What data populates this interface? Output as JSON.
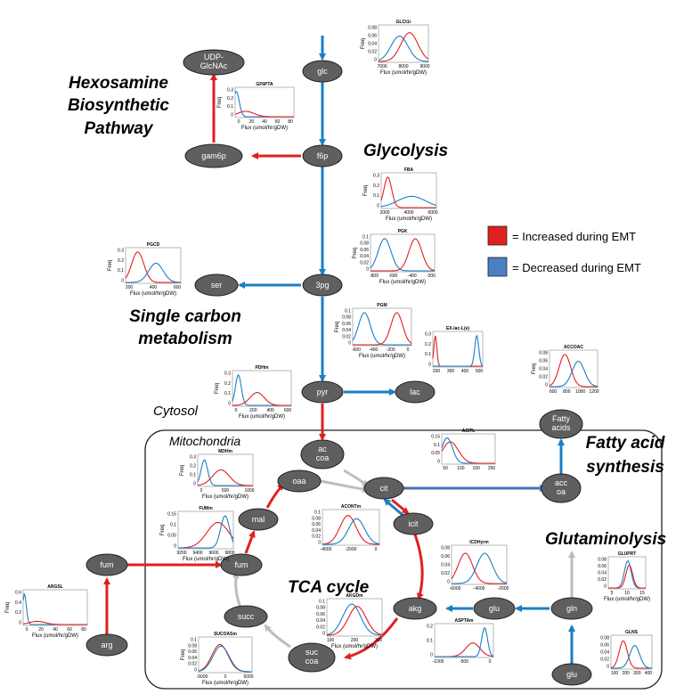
{
  "colors": {
    "increased": "#e02020",
    "decreased": "#1a7fc4",
    "node": "#5f5f5f",
    "gray_arrow": "#bdbdbd",
    "purple_arrow": "#4a6fb5"
  },
  "sections": {
    "hexosamine_line1": "Hexosamine",
    "hexosamine_line2": "Biosynthetic",
    "hexosamine_line3": "Pathway",
    "glycolysis": "Glycolysis",
    "single_carbon_line1": "Single carbon",
    "single_carbon_line2": "metabolism",
    "cytosol": "Cytosol",
    "mitochondria": "Mitochondria",
    "fatty_acid_line1": "Fatty acid",
    "fatty_acid_line2": "synthesis",
    "glutaminolysis": "Glutaminolysis",
    "tca_cycle": "TCA cycle"
  },
  "legend": {
    "increased": "= Increased during EMT",
    "decreased": "= Decreased during EMT"
  },
  "nodes": {
    "udp_glcnac_line1": "UDP-",
    "udp_glcnac_line2": "GlcNAc",
    "glc": "glc",
    "gam6p": "gam6p",
    "f6p": "f6p",
    "ser": "ser",
    "3pg": "3pg",
    "pyr": "pyr",
    "lac": "lac",
    "fatty_acids_line1": "Fatty",
    "fatty_acids_line2": "acids",
    "accoa_mito_line1": "ac",
    "accoa_mito_line2": "coa",
    "cit": "cit",
    "acc_oa_line1": "acc",
    "acc_oa_line2": "oa",
    "oaa": "oaa",
    "mal": "mal",
    "icit": "icit",
    "fum_cyto": "fum",
    "fum_mito": "fum",
    "succ": "succ",
    "akg": "akg",
    "glu_mito": "glu",
    "gln": "gln",
    "arg": "arg",
    "succoa_line1": "suc",
    "succoa_line2": "coa",
    "glu_cyto": "glu"
  },
  "plots": [
    {
      "id": "glcttr",
      "title": "GLCt1r",
      "ylabel": "Freq",
      "xlabel": "Flux (umol/hr/gDW)",
      "yticks": [
        "0.08",
        "0.06",
        "0.04",
        "0.02",
        "0"
      ],
      "xticks": [
        "7000",
        "8000",
        "9000"
      ]
    },
    {
      "id": "gf6pta",
      "title": "GF6PTA",
      "ylabel": "Freq",
      "xlabel": "Flux (umol/hr/gDW)",
      "yticks": [
        "0.3",
        "0.2",
        "0.1",
        "0"
      ],
      "xticks": [
        "0",
        "20",
        "40",
        "60",
        "80"
      ]
    },
    {
      "id": "fba",
      "title": "FBA",
      "ylabel": "Freq",
      "xlabel": "Flux (umol/hr/gDW)",
      "yticks": [
        "0.3",
        "0.2",
        "0.1",
        "0"
      ],
      "xticks": [
        "2000",
        "4000",
        "6000"
      ]
    },
    {
      "id": "pgk",
      "title": "PGK",
      "ylabel": "Freq",
      "xlabel": "Flux (umol/hr/gDW)",
      "yticks": [
        "0.1",
        "0.08",
        "0.06",
        "0.04",
        "0.02",
        "0"
      ],
      "xticks": [
        "-800",
        "-600",
        "-400",
        "-200"
      ]
    },
    {
      "id": "pgcd",
      "title": "PGCD",
      "ylabel": "Freq",
      "xlabel": "Flux (umol/hr/gDW)",
      "yticks": [
        "0.3",
        "0.2",
        "0.1",
        "0"
      ],
      "xticks": [
        "200",
        "400",
        "600"
      ]
    },
    {
      "id": "pgm",
      "title": "PGM",
      "ylabel": "Freq",
      "xlabel": "Flux (umol/hr/gDW)",
      "yticks": [
        "0.1",
        "0.08",
        "0.06",
        "0.04",
        "0.02",
        "0"
      ],
      "xticks": [
        "-600",
        "-400",
        "-200",
        "0"
      ]
    },
    {
      "id": "exlac",
      "title": "EX-lac-L(e)",
      "ylabel": "",
      "xlabel": "",
      "yticks": [
        "0.3",
        "0.2",
        "0.1",
        "0"
      ],
      "xticks": [
        "200",
        "300",
        "400",
        "500"
      ]
    },
    {
      "id": "accoac",
      "title": "ACCOAC",
      "ylabel": "Freq",
      "xlabel": "",
      "yticks": [
        "0.08",
        "0.06",
        "0.04",
        "0.02",
        "0"
      ],
      "xticks": [
        "600",
        "800",
        "1000",
        "1200"
      ]
    },
    {
      "id": "pdhm",
      "title": "PDHm",
      "ylabel": "Freq",
      "xlabel": "Flux (umol/hr/gDW)",
      "yticks": [
        "0.3",
        "0.2",
        "0.1",
        "0"
      ],
      "xticks": [
        "0",
        "200",
        "400",
        "600"
      ]
    },
    {
      "id": "acitl",
      "title": "ACITL",
      "ylabel": "",
      "xlabel": "",
      "yticks": [
        "0.15",
        "0.1",
        "0.05",
        "0"
      ],
      "xticks": [
        "50",
        "100",
        "150",
        "200"
      ]
    },
    {
      "id": "mdhm",
      "title": "MDHm",
      "ylabel": "Freq",
      "xlabel": "Flux (umol/hr/gDW)",
      "yticks": [
        "0.3",
        "0.2",
        "0.1",
        "0"
      ],
      "xticks": [
        "0",
        "500",
        "1000"
      ]
    },
    {
      "id": "fumm",
      "title": "FUMm",
      "ylabel": "Freq",
      "xlabel": "Flux (umol/hr/gDW)",
      "yticks": [
        "0.15",
        "0.1",
        "0.05",
        "0"
      ],
      "xticks": [
        "9200",
        "9400",
        "9600",
        "9800"
      ]
    },
    {
      "id": "acontm",
      "title": "ACONTm",
      "ylabel": "",
      "xlabel": "",
      "yticks": [
        "0.1",
        "0.08",
        "0.06",
        "0.04",
        "0.02",
        "0"
      ],
      "xticks": [
        "-4000",
        "-2000",
        "0"
      ]
    },
    {
      "id": "icdhym",
      "title": "ICDHyrm",
      "ylabel": "",
      "xlabel": "",
      "yticks": [
        "0.08",
        "0.06",
        "0.04",
        "0.02",
        "0"
      ],
      "xticks": [
        "-6000",
        "-4000",
        "-2000"
      ]
    },
    {
      "id": "gluprt",
      "title": "GLUPRT",
      "ylabel": "",
      "xlabel": "Flux (umol/hr/gDW)",
      "yticks": [
        "0.08",
        "0.06",
        "0.04",
        "0.02",
        "0"
      ],
      "xticks": [
        "5",
        "10",
        "15"
      ]
    },
    {
      "id": "argsl",
      "title": "ARGSL",
      "ylabel": "Freq",
      "xlabel": "Flux (umol/hr/gDW)",
      "yticks": [
        "0.6",
        "0.4",
        "0.2",
        "0"
      ],
      "xticks": [
        "0",
        "20",
        "40",
        "60",
        "80"
      ]
    },
    {
      "id": "akgdm",
      "title": "AKGDm",
      "ylabel": "",
      "xlabel": "Flux (umol/hr/gDW)",
      "yticks": [
        "0.1",
        "0.08",
        "0.06",
        "0.04",
        "0.02",
        "0"
      ],
      "xticks": [
        "100",
        "200",
        "300"
      ]
    },
    {
      "id": "asptam",
      "title": "ASPTAm",
      "ylabel": "",
      "xlabel": "",
      "yticks": [
        "0.2",
        "0.1",
        "0"
      ],
      "xticks": [
        "-1000",
        "-500",
        "0"
      ]
    },
    {
      "id": "succoasm",
      "title": "SUCOASm",
      "ylabel": "Freq",
      "xlabel": "Flux (umol/hr/gDW)",
      "yticks": [
        "0.1",
        "0.08",
        "0.06",
        "0.04",
        "0.02",
        "0"
      ],
      "xticks": [
        "-5000",
        "0",
        "5000"
      ]
    },
    {
      "id": "glns",
      "title": "GLNS",
      "ylabel": "",
      "xlabel": "",
      "yticks": [
        "0.08",
        "0.06",
        "0.04",
        "0.02",
        "0"
      ],
      "xticks": [
        "100",
        "200",
        "300",
        "400"
      ]
    }
  ]
}
